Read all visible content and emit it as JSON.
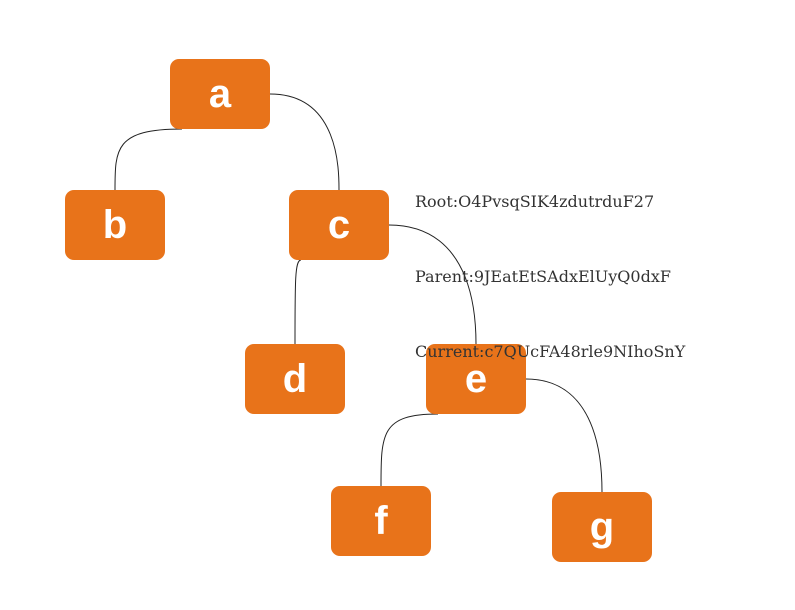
{
  "colors": {
    "node_fill": "#e8731a",
    "node_text": "#ffffff",
    "edge": "#222222",
    "info_text": "#333333"
  },
  "nodes": [
    {
      "id": "a",
      "label": "a"
    },
    {
      "id": "b",
      "label": "b"
    },
    {
      "id": "c",
      "label": "c"
    },
    {
      "id": "d",
      "label": "d"
    },
    {
      "id": "e",
      "label": "e"
    },
    {
      "id": "f",
      "label": "f"
    },
    {
      "id": "g",
      "label": "g"
    }
  ],
  "edges": [
    {
      "from": "a",
      "to": "b"
    },
    {
      "from": "a",
      "to": "c"
    },
    {
      "from": "c",
      "to": "d"
    },
    {
      "from": "c",
      "to": "e"
    },
    {
      "from": "e",
      "to": "f"
    },
    {
      "from": "e",
      "to": "g"
    }
  ],
  "info": {
    "root": "Root:O4PvsqSIK4zdutrduF27",
    "parent": "Parent:9JEatEtSAdxElUyQ0dxF",
    "current": "Current:c7QUcFA48rle9NIhoSnY"
  }
}
